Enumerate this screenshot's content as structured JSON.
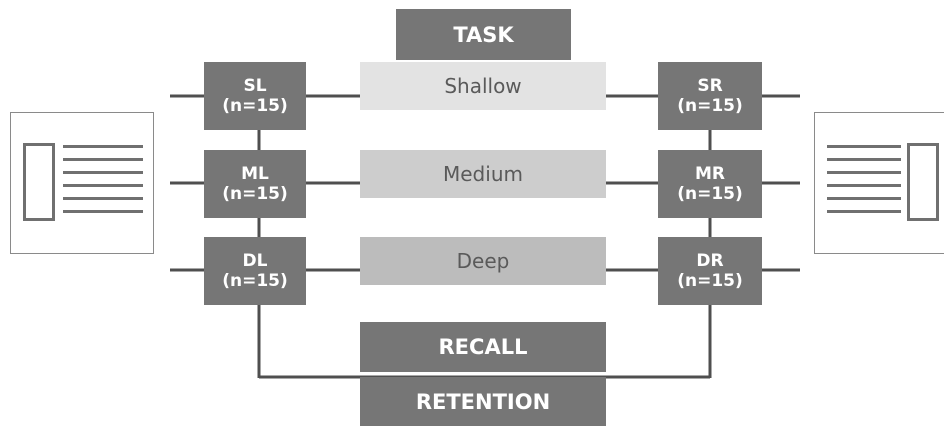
{
  "task": {
    "label": "TASK"
  },
  "levels": [
    {
      "label": "Shallow"
    },
    {
      "label": "Medium"
    },
    {
      "label": "Deep"
    }
  ],
  "left_conditions": [
    {
      "code": "SL",
      "n": "(n=15)"
    },
    {
      "code": "ML",
      "n": "(n=15)"
    },
    {
      "code": "DL",
      "n": "(n=15)"
    }
  ],
  "right_conditions": [
    {
      "code": "SR",
      "n": "(n=15)"
    },
    {
      "code": "MR",
      "n": "(n=15)"
    },
    {
      "code": "DR",
      "n": "(n=15)"
    }
  ],
  "recall": {
    "label": "RECALL"
  },
  "retention": {
    "label": "RETENTION"
  },
  "colors": {
    "box_dark": "#767676",
    "shallow_fill": "#e3e3e3",
    "medium_fill": "#cdcdcd",
    "deep_fill": "#bcbcbc",
    "level_text": "#5a5a5a",
    "connector": "#4f4f4f"
  },
  "icons": {
    "left_document": "document-layout-left-icon",
    "right_document": "document-layout-right-icon"
  }
}
